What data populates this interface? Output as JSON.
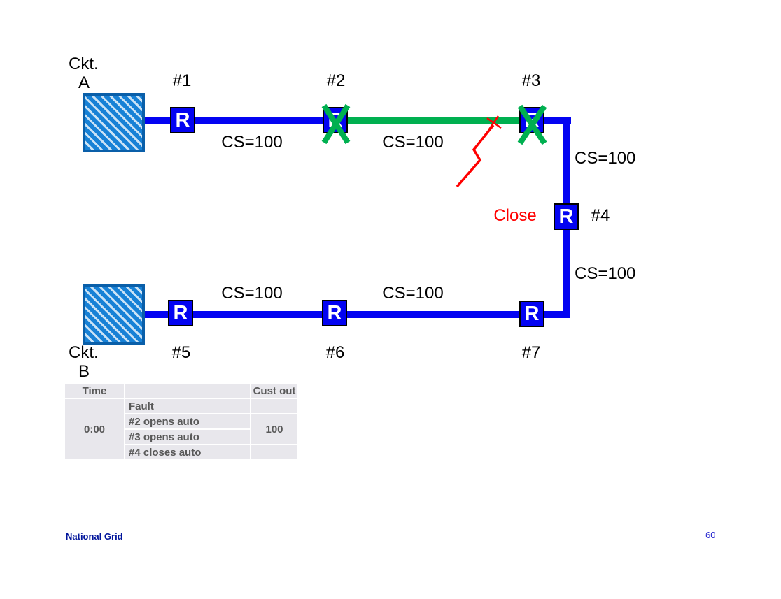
{
  "slide": {
    "sources": {
      "a": {
        "line1": "Ckt.",
        "line2": "A"
      },
      "b": {
        "line1": "Ckt.",
        "line2": "B"
      }
    },
    "recloser_letter": "R",
    "switch_labels": [
      "#1",
      "#2",
      "#3",
      "#4",
      "#5",
      "#6",
      "#7"
    ],
    "cs_labels": [
      "CS=100",
      "CS=100",
      "CS=100",
      "CS=100",
      "CS=100",
      "CS=100"
    ],
    "close_label": "Close",
    "icons": {
      "fault": "lightning-bolt-icon",
      "open_switch": "open-x-icon"
    },
    "colors": {
      "line_blue": "#0303F2",
      "deenergized_green": "#00B050",
      "fault_red": "#FF0000",
      "table_bg": "#E8E7EC",
      "table_text": "#595959",
      "footer_blue": "#00149B"
    },
    "table": {
      "headers": {
        "time": "Time",
        "event": "",
        "cust_out": "Cust out"
      },
      "time_value": "0:00",
      "events": [
        "Fault",
        "#2 opens auto",
        "#3 opens auto",
        "#4 closes auto"
      ],
      "cust_out_value": "100"
    },
    "footer": {
      "brand": "National Grid",
      "page_number": "60"
    }
  }
}
